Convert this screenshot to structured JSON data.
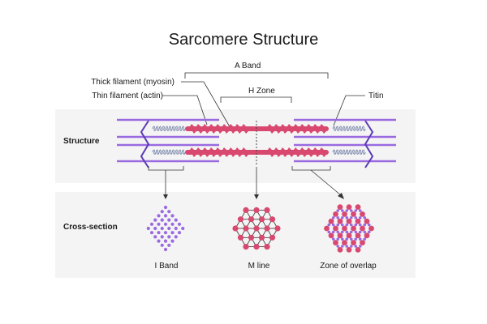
{
  "title": "Sarcomere Structure",
  "labels": {
    "a_band": "A Band",
    "h_zone": "H Zone",
    "thick_filament": "Thick filament (myosin)",
    "thin_filament": "Thin filament (actin)",
    "titin": "Titin"
  },
  "rows": {
    "structure": "Structure",
    "cross_section": "Cross-section"
  },
  "captions": {
    "i_band": "I Band",
    "m_line": "M line",
    "zone_of_overlap": "Zone of overlap"
  },
  "colors": {
    "thick": "#d9486f",
    "thin": "#9a6ae0",
    "z_disc": "#5b3bb5",
    "titin": "#5a6a9a",
    "panel": "#f4f4f4",
    "line": "#333333"
  }
}
